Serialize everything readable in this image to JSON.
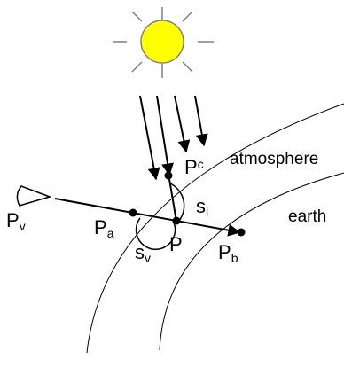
{
  "labels": {
    "atmosphere": "atmosphere",
    "earth": "earth",
    "pv": {
      "main": "P",
      "sub": "v"
    },
    "pa": {
      "main": "P",
      "sub": "a"
    },
    "pc": {
      "main": "P",
      "sub": "c"
    },
    "p": {
      "main": "P"
    },
    "pb": {
      "main": "P",
      "sub": "b"
    },
    "sl": {
      "main": "s",
      "sub": "l"
    },
    "sv": {
      "main": "s",
      "sub": "v"
    }
  },
  "colors": {
    "sun_fill": "#ffff00",
    "sun_stroke": "#808080",
    "line": "#000000"
  },
  "icons": {
    "sun": "sun-icon",
    "eye": "eye-icon"
  }
}
